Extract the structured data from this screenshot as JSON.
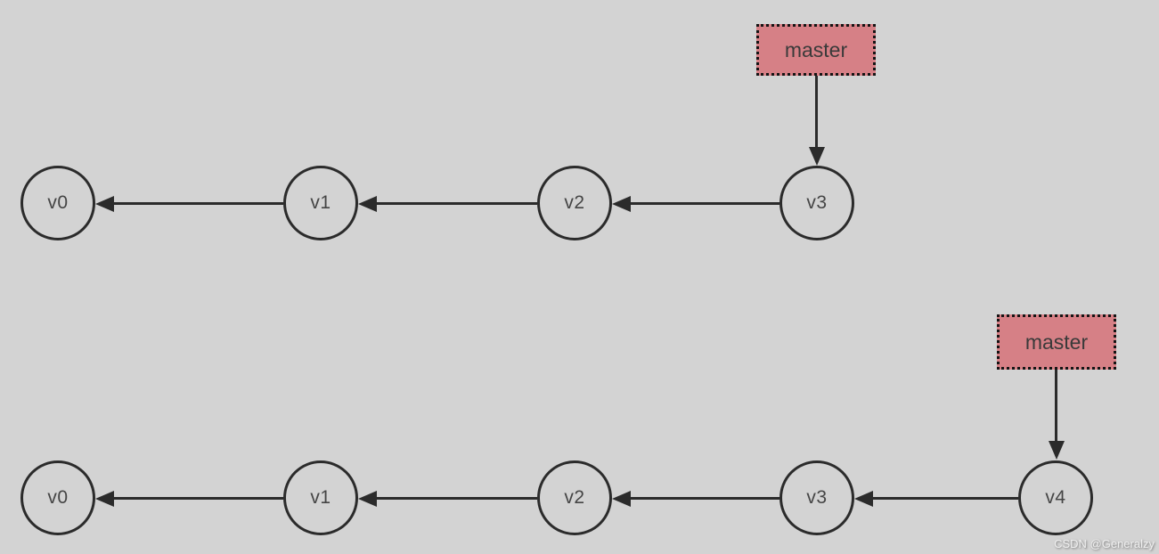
{
  "diagram": {
    "type": "git-commit-graph",
    "rows": [
      {
        "id": "graph-before-commit",
        "nodes": [
          {
            "label": "v0"
          },
          {
            "label": "v1"
          },
          {
            "label": "v2"
          },
          {
            "label": "v3"
          }
        ],
        "edges": [
          "v1->v0",
          "v2->v1",
          "v3->v2"
        ],
        "branch": {
          "label": "master",
          "points_to": "v3"
        }
      },
      {
        "id": "graph-after-commit",
        "nodes": [
          {
            "label": "v0"
          },
          {
            "label": "v1"
          },
          {
            "label": "v2"
          },
          {
            "label": "v3"
          },
          {
            "label": "v4"
          }
        ],
        "edges": [
          "v1->v0",
          "v2->v1",
          "v3->v2",
          "v4->v3"
        ],
        "branch": {
          "label": "master",
          "points_to": "v4"
        }
      }
    ]
  },
  "watermark": {
    "text": "CSDN @Generalzy"
  },
  "colors": {
    "background": "#d3d3d3",
    "line": "#2b2b2b",
    "branch_fill": "#d68086",
    "branch_border": "#141414",
    "node_text": "#454545",
    "branch_text": "#3a3a3a",
    "watermark_text": "#f0f0f0"
  }
}
